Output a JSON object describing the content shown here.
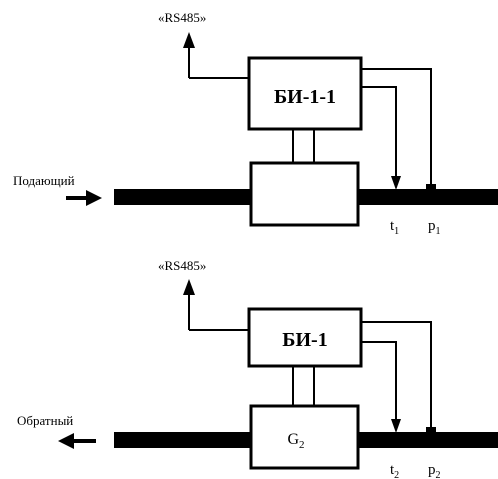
{
  "top": {
    "interface_label": "«RS485»",
    "unit_label": "БИ-1-1",
    "flowmeter_label": "",
    "pipe_label": "Подающий",
    "temp_sensor": {
      "base": "t",
      "sub": "1"
    },
    "pressure_sensor": {
      "base": "p",
      "sub": "1"
    }
  },
  "bottom": {
    "interface_label": "«RS485»",
    "unit_label": "БИ-1",
    "flowmeter_label": {
      "base": "G",
      "sub": "2"
    },
    "pipe_label": "Обратный",
    "temp_sensor": {
      "base": "t",
      "sub": "2"
    },
    "pressure_sensor": {
      "base": "p",
      "sub": "2"
    }
  },
  "colors": {
    "ink": "#000000",
    "background": "#ffffff"
  }
}
